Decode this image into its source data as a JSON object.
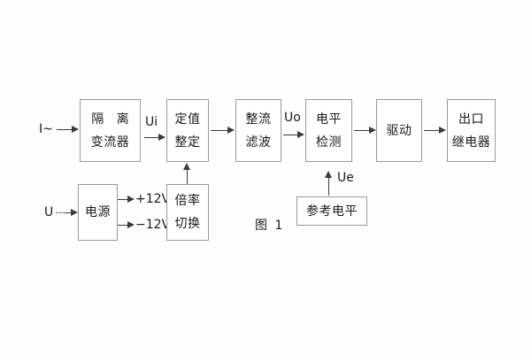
{
  "figure": {
    "caption": "图 1",
    "input_current_label": "I~",
    "input_voltage_label": "U"
  },
  "blocks": [
    {
      "id": "isolation-ct",
      "line1": "隔 离",
      "line2": "变流器"
    },
    {
      "id": "setting-value",
      "line1": "定值",
      "line2": "整定"
    },
    {
      "id": "rectify-filter",
      "line1": "整流",
      "line2": "滤波"
    },
    {
      "id": "level-detect",
      "line1": "电平",
      "line2": "检测"
    },
    {
      "id": "drive",
      "line1": "驱动",
      "line2": ""
    },
    {
      "id": "output-relay",
      "line1": "出口",
      "line2": "继电器"
    },
    {
      "id": "power-supply",
      "line1": "电源",
      "line2": ""
    },
    {
      "id": "multiplier-switch",
      "line1": "倍率",
      "line2": "切换"
    },
    {
      "id": "reference-level",
      "line1": "参考电平",
      "line2": ""
    }
  ],
  "signals": {
    "ui": "Ui",
    "uo": "Uo",
    "ue": "Ue",
    "rail_positive": "+12V",
    "rail_negative": "−12V"
  },
  "colors": {
    "box_border": "#9a9a9a",
    "line": "#3a3a3a",
    "text": "#1a1a1a",
    "background": "#fefefe"
  }
}
